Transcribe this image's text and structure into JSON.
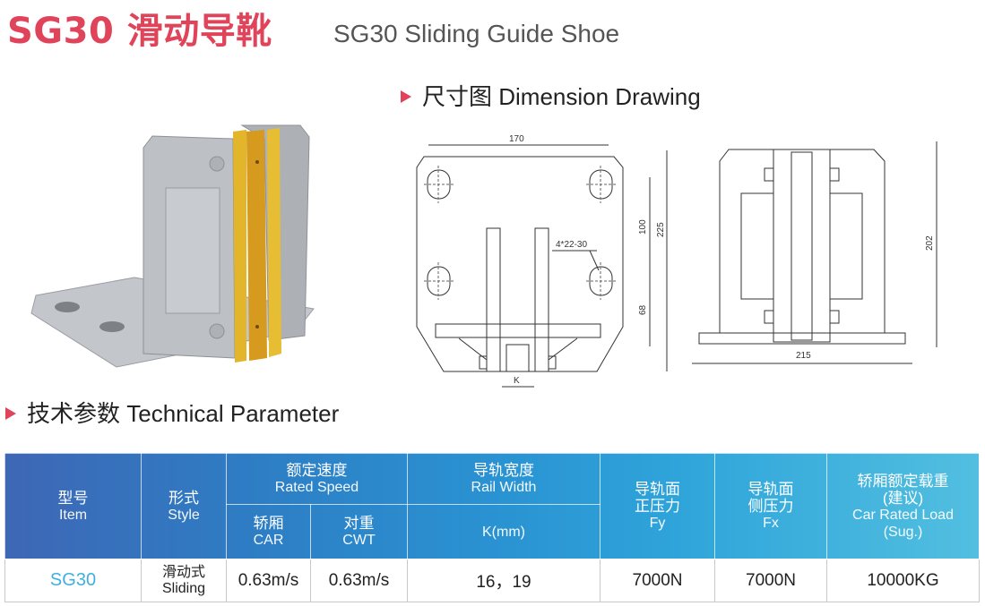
{
  "header": {
    "title_cn": "SG30 滑动导靴",
    "title_en": "SG30 Sliding Guide Shoe"
  },
  "sections": {
    "dimension": {
      "cn": "尺寸图",
      "en": "Dimension Drawing"
    },
    "technical": {
      "cn": "技术参数",
      "en": "Technical Parameter"
    }
  },
  "product_photo": {
    "alt": "SG30 sliding guide shoe photo",
    "colors": {
      "body": "#b9bcc1",
      "liner": "#d9a520"
    }
  },
  "drawing_front": {
    "dims": {
      "width": "170",
      "height_total": "225",
      "hole_spacing": "100",
      "lower": "68",
      "holes": "4*22-30",
      "rail": "K"
    }
  },
  "drawing_side": {
    "dims": {
      "height": "202",
      "width": "215"
    }
  },
  "table": {
    "headers": {
      "item": {
        "cn": "型号",
        "en": "Item"
      },
      "style": {
        "cn": "形式",
        "en": "Style"
      },
      "rated_speed": {
        "cn": "额定速度",
        "en": "Rated Speed"
      },
      "car": {
        "cn": "轿厢",
        "en": "CAR"
      },
      "cwt": {
        "cn": "对重",
        "en": "CWT"
      },
      "rail_width": {
        "cn": "导轨宽度",
        "en": "Rail Width"
      },
      "k_mm": "K(mm)",
      "fy": {
        "cn1": "导轨面",
        "cn2": "正压力",
        "en": "Fy"
      },
      "fx": {
        "cn1": "导轨面",
        "cn2": "侧压力",
        "en": "Fx"
      },
      "load": {
        "cn1": "轿厢额定载重",
        "cn2": "(建议)",
        "en1": "Car Rated Load",
        "en2": "(Sug.)"
      }
    },
    "rows": [
      {
        "item": "SG30",
        "style_cn": "滑动式",
        "style_en": "Sliding",
        "car": "0.63m/s",
        "cwt": "0.63m/s",
        "k": "16，19",
        "fy": "7000N",
        "fx": "7000N",
        "load": "10000KG"
      }
    ]
  },
  "colors": {
    "accent_red": "#e0445a",
    "header_blue_start": "#3e67b5",
    "header_blue_end": "#52bfe0",
    "model_text": "#3fb0dc"
  }
}
